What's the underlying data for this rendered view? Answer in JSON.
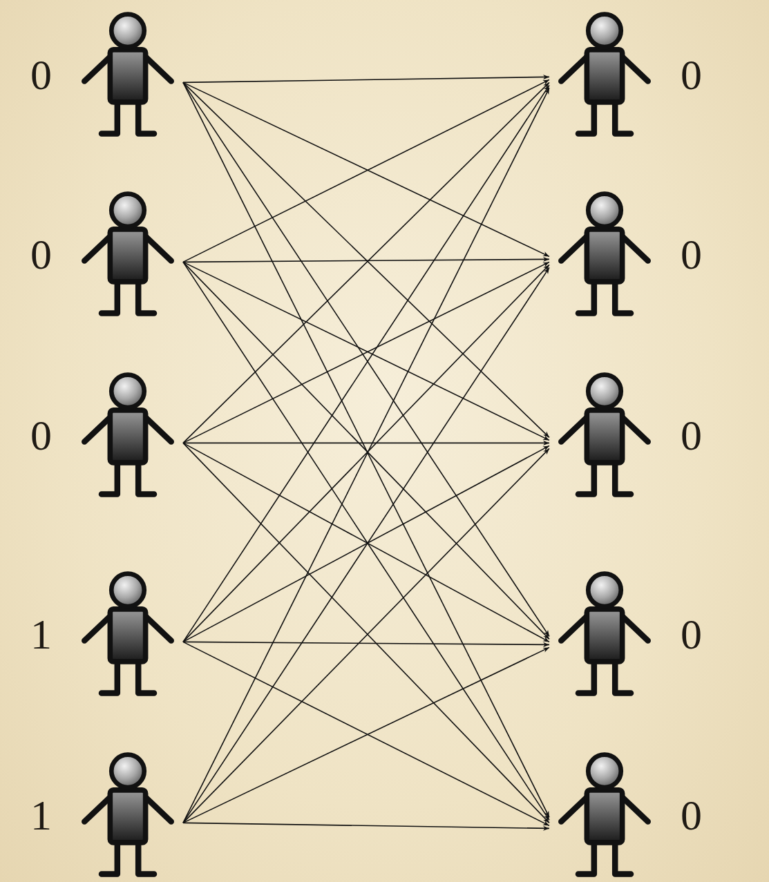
{
  "diagram": {
    "nodes": [
      {
        "text": [
          "0"
        ]
      },
      {
        "text": [
          "0"
        ]
      },
      {
        "text": [
          "0"
        ]
      },
      {
        "text": [
          "1"
        ]
      },
      {
        "text": [
          "1"
        ]
      },
      {
        "text": [
          "0"
        ]
      },
      {
        "text": [
          "0"
        ]
      },
      {
        "text": [
          "0"
        ]
      },
      {
        "text": [
          "0"
        ]
      },
      {
        "text": [
          "0"
        ]
      }
    ],
    "edges": [
      {
        "from": 0,
        "to": 5,
        "arrow": "to"
      },
      {
        "from": 0,
        "to": 6,
        "arrow": "to"
      },
      {
        "from": 0,
        "to": 7,
        "arrow": "to"
      },
      {
        "from": 0,
        "to": 8,
        "arrow": "to"
      },
      {
        "from": 0,
        "to": 9,
        "arrow": "to"
      },
      {
        "from": 1,
        "to": 5,
        "arrow": "to"
      },
      {
        "from": 1,
        "to": 6,
        "arrow": "to"
      },
      {
        "from": 1,
        "to": 7,
        "arrow": "to"
      },
      {
        "from": 1,
        "to": 8,
        "arrow": "to"
      },
      {
        "from": 1,
        "to": 9,
        "arrow": "to"
      },
      {
        "from": 2,
        "to": 5,
        "arrow": "to"
      },
      {
        "from": 2,
        "to": 6,
        "arrow": "to"
      },
      {
        "from": 2,
        "to": 7,
        "arrow": "to"
      },
      {
        "from": 2,
        "to": 8,
        "arrow": "to"
      },
      {
        "from": 2,
        "to": 9,
        "arrow": "to"
      },
      {
        "from": 3,
        "to": 5,
        "arrow": "to"
      },
      {
        "from": 3,
        "to": 6,
        "arrow": "to"
      },
      {
        "from": 3,
        "to": 7,
        "arrow": "to"
      },
      {
        "from": 3,
        "to": 8,
        "arrow": "to"
      },
      {
        "from": 3,
        "to": 9,
        "arrow": "to"
      },
      {
        "from": 4,
        "to": 5,
        "arrow": "to"
      },
      {
        "from": 4,
        "to": 6,
        "arrow": "to"
      },
      {
        "from": 4,
        "to": 7,
        "arrow": "to"
      },
      {
        "from": 4,
        "to": 8,
        "arrow": "to"
      },
      {
        "from": 4,
        "to": 9,
        "arrow": "to"
      }
    ]
  }
}
